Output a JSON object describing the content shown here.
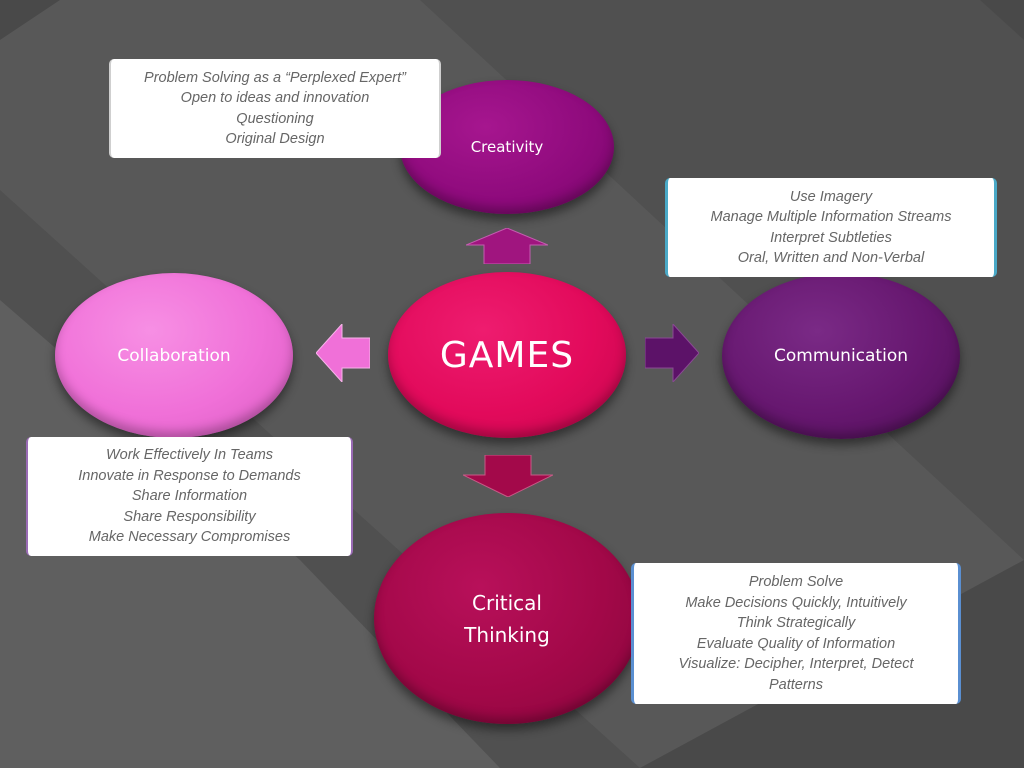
{
  "colors": {
    "creativity": "#8e0a7c",
    "games": "#e20a5b",
    "collaboration": "#f070d8",
    "communication": "#66176f",
    "critical_thinking": "#a20848",
    "arrow_up": "#a0157f",
    "arrow_left": "#f070d8",
    "arrow_right": "#5c1268",
    "arrow_down": "#a3094a"
  },
  "center": {
    "label": "GAMES"
  },
  "nodes": {
    "creativity": {
      "label": "Creativity",
      "items": [
        "Problem Solving as a “Perplexed Expert”",
        "Open to ideas and innovation",
        "Questioning",
        "Original Design"
      ]
    },
    "communication": {
      "label": "Communication",
      "items": [
        "Use Imagery",
        "Manage Multiple Information Streams",
        "Interpret Subtleties",
        "Oral, Written and Non-Verbal"
      ]
    },
    "collaboration": {
      "label": "Collaboration",
      "items": [
        "Work Effectively In Teams",
        "Innovate in Response to Demands",
        "Share Information",
        "Share Responsibility",
        "Make Necessary Compromises"
      ]
    },
    "critical_thinking": {
      "label_line1": "Critical",
      "label_line2": "Thinking",
      "items": [
        "Problem Solve",
        "Make Decisions Quickly, Intuitively",
        "Think Strategically",
        "Evaluate Quality of Information",
        "Visualize:  Decipher, Interpret, Detect",
        "Patterns"
      ]
    }
  }
}
